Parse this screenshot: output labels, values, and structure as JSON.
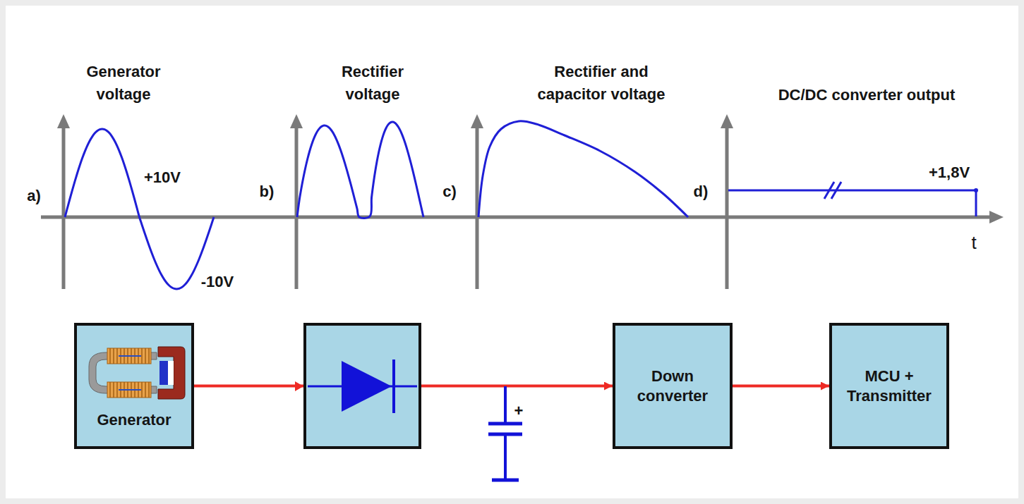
{
  "diagram": {
    "nodes": [
      {
        "text": [
          "Generator"
        ]
      },
      {
        "text": [
          "Down converter"
        ]
      },
      {
        "text": [
          "MCU + Transmitter"
        ]
      }
    ],
    "edges": [
      {
        "from": 0,
        "to": 1,
        "arrow": "to"
      },
      {
        "from": 1,
        "to": 2,
        "arrow": "to"
      }
    ],
    "labels": [
      "a)",
      "Generator voltage",
      "+10V",
      "-10V",
      "b)",
      "Rectifier voltage",
      "c)",
      "Rectifier and capacitor voltage",
      "d)",
      "DC/DC converter output",
      "+1,8V",
      "t",
      "+"
    ]
  }
}
